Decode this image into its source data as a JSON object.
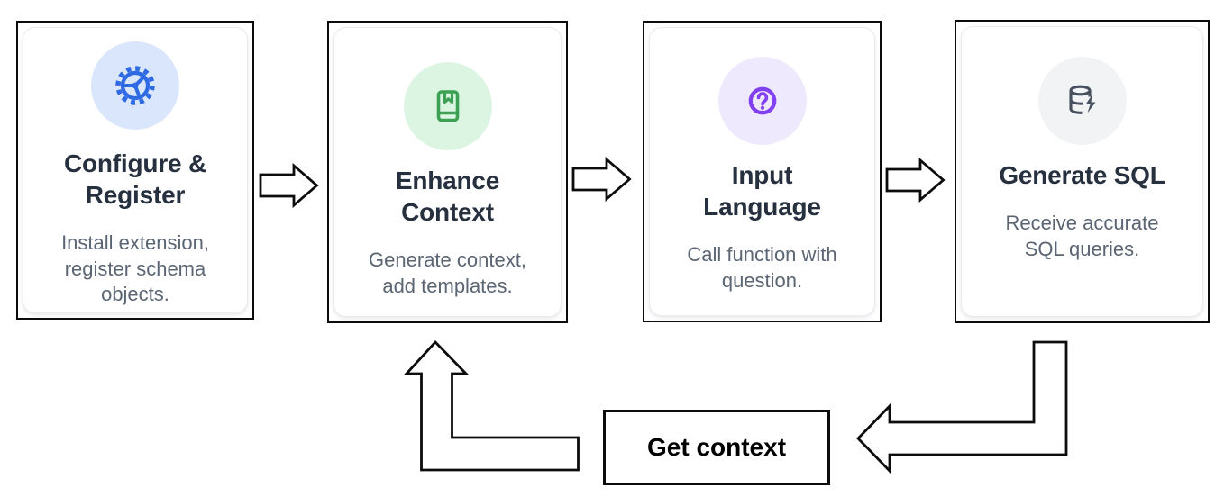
{
  "diagram": {
    "steps": [
      {
        "title": "Configure & Register",
        "title_lines": [
          "Configure &",
          "Register"
        ],
        "description": "Install extension, register schema objects.",
        "desc_lines": [
          "Install extension,",
          "register schema",
          "objects."
        ],
        "icon": "gear-icon",
        "icon_color": "#2e6ae3",
        "icon_bg": "#d9e6fb"
      },
      {
        "title": "Enhance Context",
        "title_lines": [
          "Enhance",
          "Context"
        ],
        "description": "Generate context, add templates.",
        "desc_lines": [
          "Generate context,",
          "add templates."
        ],
        "icon": "book-icon",
        "icon_color": "#3da153",
        "icon_bg": "#dcf5e3"
      },
      {
        "title": "Input Language",
        "title_lines": [
          "Input",
          "Language"
        ],
        "description": "Call function with question.",
        "desc_lines": [
          "Call function with",
          "question."
        ],
        "icon": "circle-question-icon",
        "icon_color": "#8140f2",
        "icon_bg": "#efe9fd"
      },
      {
        "title": "Generate SQL",
        "title_lines": [
          "Generate SQL"
        ],
        "description": "Receive accurate SQL queries.",
        "desc_lines": [
          "Receive accurate",
          "SQL queries."
        ],
        "icon": "database-bolt-icon",
        "icon_color": "#46505f",
        "icon_bg": "#f2f3f5"
      }
    ],
    "loop": {
      "label": "Get context"
    },
    "colors": {
      "outline": "#0c0c0c",
      "card_background": "#ffffff",
      "title_text": "#26303f",
      "description_text": "#5b6573"
    }
  }
}
